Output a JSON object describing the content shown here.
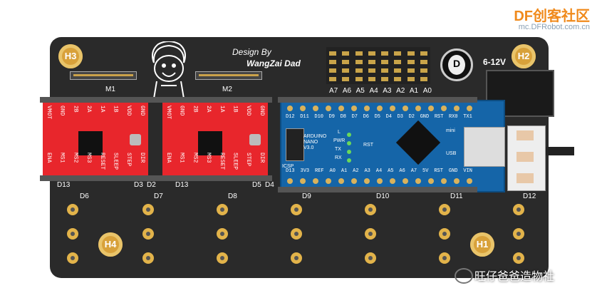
{
  "watermark": {
    "brand": "DF创客社区",
    "url": "mc.DFRobot.com.cn"
  },
  "board": {
    "designer": "Design By",
    "designer_name": "WangZai Dad",
    "power_label": "6-12V",
    "holes": [
      "H3",
      "H2",
      "H4",
      "H1"
    ],
    "motor_labels": [
      "M1",
      "M2"
    ],
    "analog_pins": [
      "A7",
      "A6",
      "A5",
      "A4",
      "A3",
      "A2",
      "A1",
      "A0"
    ],
    "row_labels_a": [
      "D13",
      "D3",
      "D2",
      "D13",
      "D5",
      "D4"
    ],
    "row_labels_b": [
      "D6",
      "D7",
      "D8",
      "D9",
      "D10",
      "D11",
      "D12"
    ],
    "cap_label": "D"
  },
  "driver": {
    "top_pins": [
      "VMOT",
      "GND",
      "2B",
      "2A",
      "1A",
      "1B",
      "VDD",
      "GND"
    ],
    "bottom_pins": [
      "ENA",
      "MS1",
      "MS2",
      "MS3",
      "RESET",
      "SLEEP",
      "STEP",
      "DIR"
    ]
  },
  "nano": {
    "top_pins": [
      "D12",
      "D11",
      "D10",
      "D9",
      "D8",
      "D7",
      "D6",
      "D5",
      "D4",
      "D3",
      "D2",
      "GND",
      "RST",
      "RX0",
      "TX1"
    ],
    "bottom_pins": [
      "D13",
      "3V3",
      "REF",
      "A0",
      "A1",
      "A2",
      "A3",
      "A4",
      "A5",
      "A6",
      "A7",
      "5V",
      "RST",
      "GND",
      "VIN"
    ],
    "name1": "ARDUINO",
    "name2": "NANO",
    "version": "V3.0",
    "icsp": "ICSP",
    "rst": "RST",
    "l": "L",
    "pwr": "PWR",
    "tx": "TX",
    "rx": "RX",
    "usb": "USB",
    "mini": "mini"
  },
  "footer": {
    "account": "旺仔爸爸造物社"
  }
}
